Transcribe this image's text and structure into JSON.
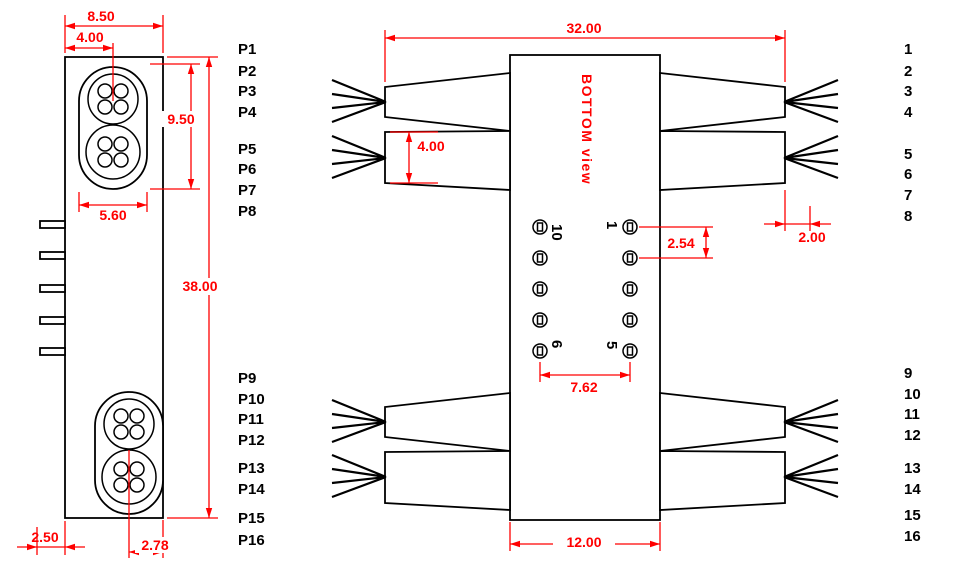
{
  "side_view": {
    "dims": {
      "width": "8.50",
      "center_offset": "4.00",
      "lens_height": "9.50",
      "lens_width": "5.60",
      "total_height": "38.00",
      "pin_edge_offset": "2.50",
      "bottom_center_offset": "2.78"
    }
  },
  "bottom_view": {
    "label": "BOTTOM view",
    "dims": {
      "total_length": "32.00",
      "boot_height": "4.00",
      "pin_pitch": "2.54",
      "edge_offset": "2.00",
      "pin_row_spacing": "7.62",
      "body_length": "12.00"
    },
    "pin_numbers": {
      "top_left": "10",
      "top_right": "1",
      "bottom_left": "6",
      "bottom_right": "5"
    }
  },
  "ports_left": [
    "P1",
    "P2",
    "P3",
    "P4",
    "P5",
    "P6",
    "P7",
    "P8",
    "P9",
    "P10",
    "P11",
    "P12",
    "P13",
    "P14",
    "P15",
    "P16"
  ],
  "ports_right": [
    "1",
    "2",
    "3",
    "4",
    "5",
    "6",
    "7",
    "8",
    "9",
    "10",
    "11",
    "12",
    "13",
    "14",
    "15",
    "16"
  ],
  "colors": {
    "dimension": "#ff0000",
    "outline": "#000000",
    "background": "#ffffff"
  }
}
